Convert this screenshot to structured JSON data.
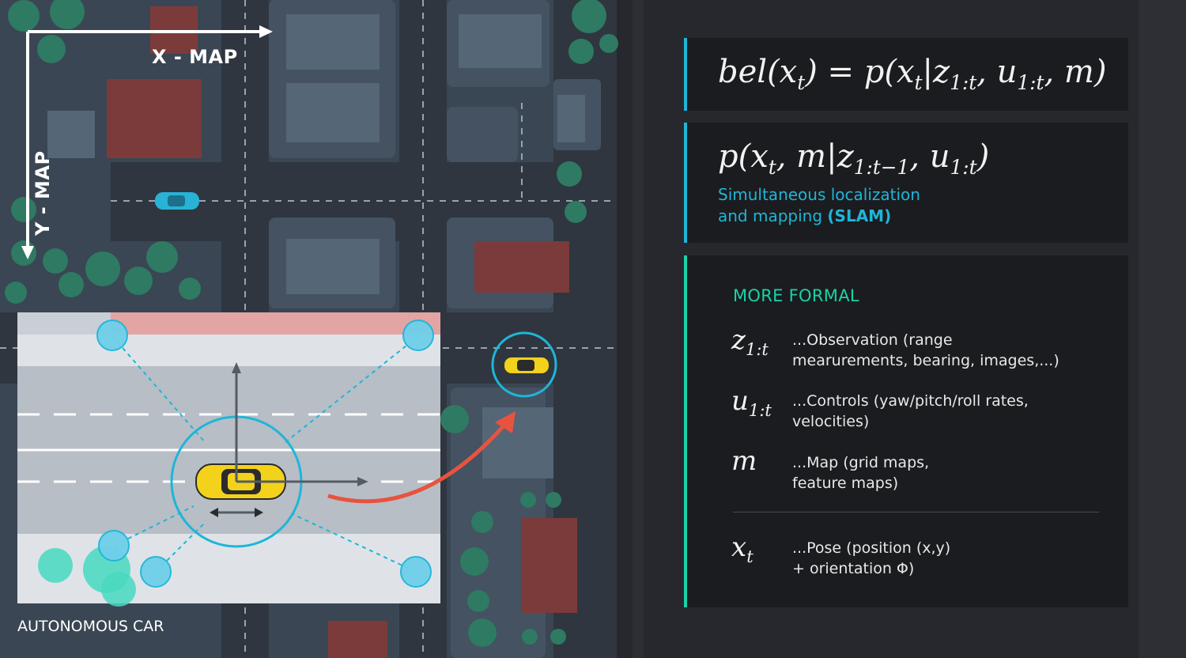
{
  "axes": {
    "x_label": "X - MAP",
    "y_label": "Y - MAP"
  },
  "scene": {
    "caption": "AUTONOMOUS CAR"
  },
  "equations": {
    "belief_lhs": "bel(x",
    "belief_rhs": "= p(x",
    "slam_text_line1": "Simultaneous localization",
    "slam_text_line2_prefix": "and mapping ",
    "slam_text_line2_acronym": "(SLAM)"
  },
  "formal": {
    "title": "MORE FORMAL",
    "items": [
      {
        "symbol": "z1:t",
        "desc_line1": "...Observation (range",
        "desc_line2": "mearurements, bearing, images,...)"
      },
      {
        "symbol": "u1:t",
        "desc_line1": "...Controls (yaw/pitch/roll rates,",
        "desc_line2": "velocities)"
      },
      {
        "symbol": "m",
        "desc_line1": "...Map (grid maps,",
        "desc_line2": "feature maps)"
      },
      {
        "symbol": "xt",
        "desc_line1": "...Pose (position (x,y)",
        "desc_line2": "+ orientation Φ)"
      }
    ]
  },
  "colors": {
    "accent_cyan": "#1fb5d8",
    "accent_green": "#1bd2a8",
    "arrow_red": "#e8533f",
    "car_yellow": "#f2d21b"
  }
}
